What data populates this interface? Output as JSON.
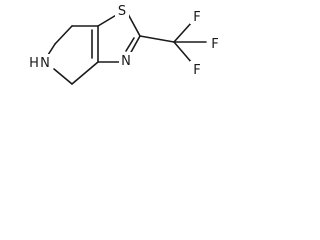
{
  "molecule": {
    "atoms": {
      "sulfur": "S",
      "nitrogen_ring": "N",
      "nitrogen_amine": "N",
      "hydrogen_amine": "H",
      "fluorine_top": "F",
      "fluorine_right": "F",
      "fluorine_bottom": "F"
    },
    "colors": {
      "bond": "#1a1a1a",
      "label": "#1a1a1a",
      "background": "#ffffff"
    }
  }
}
